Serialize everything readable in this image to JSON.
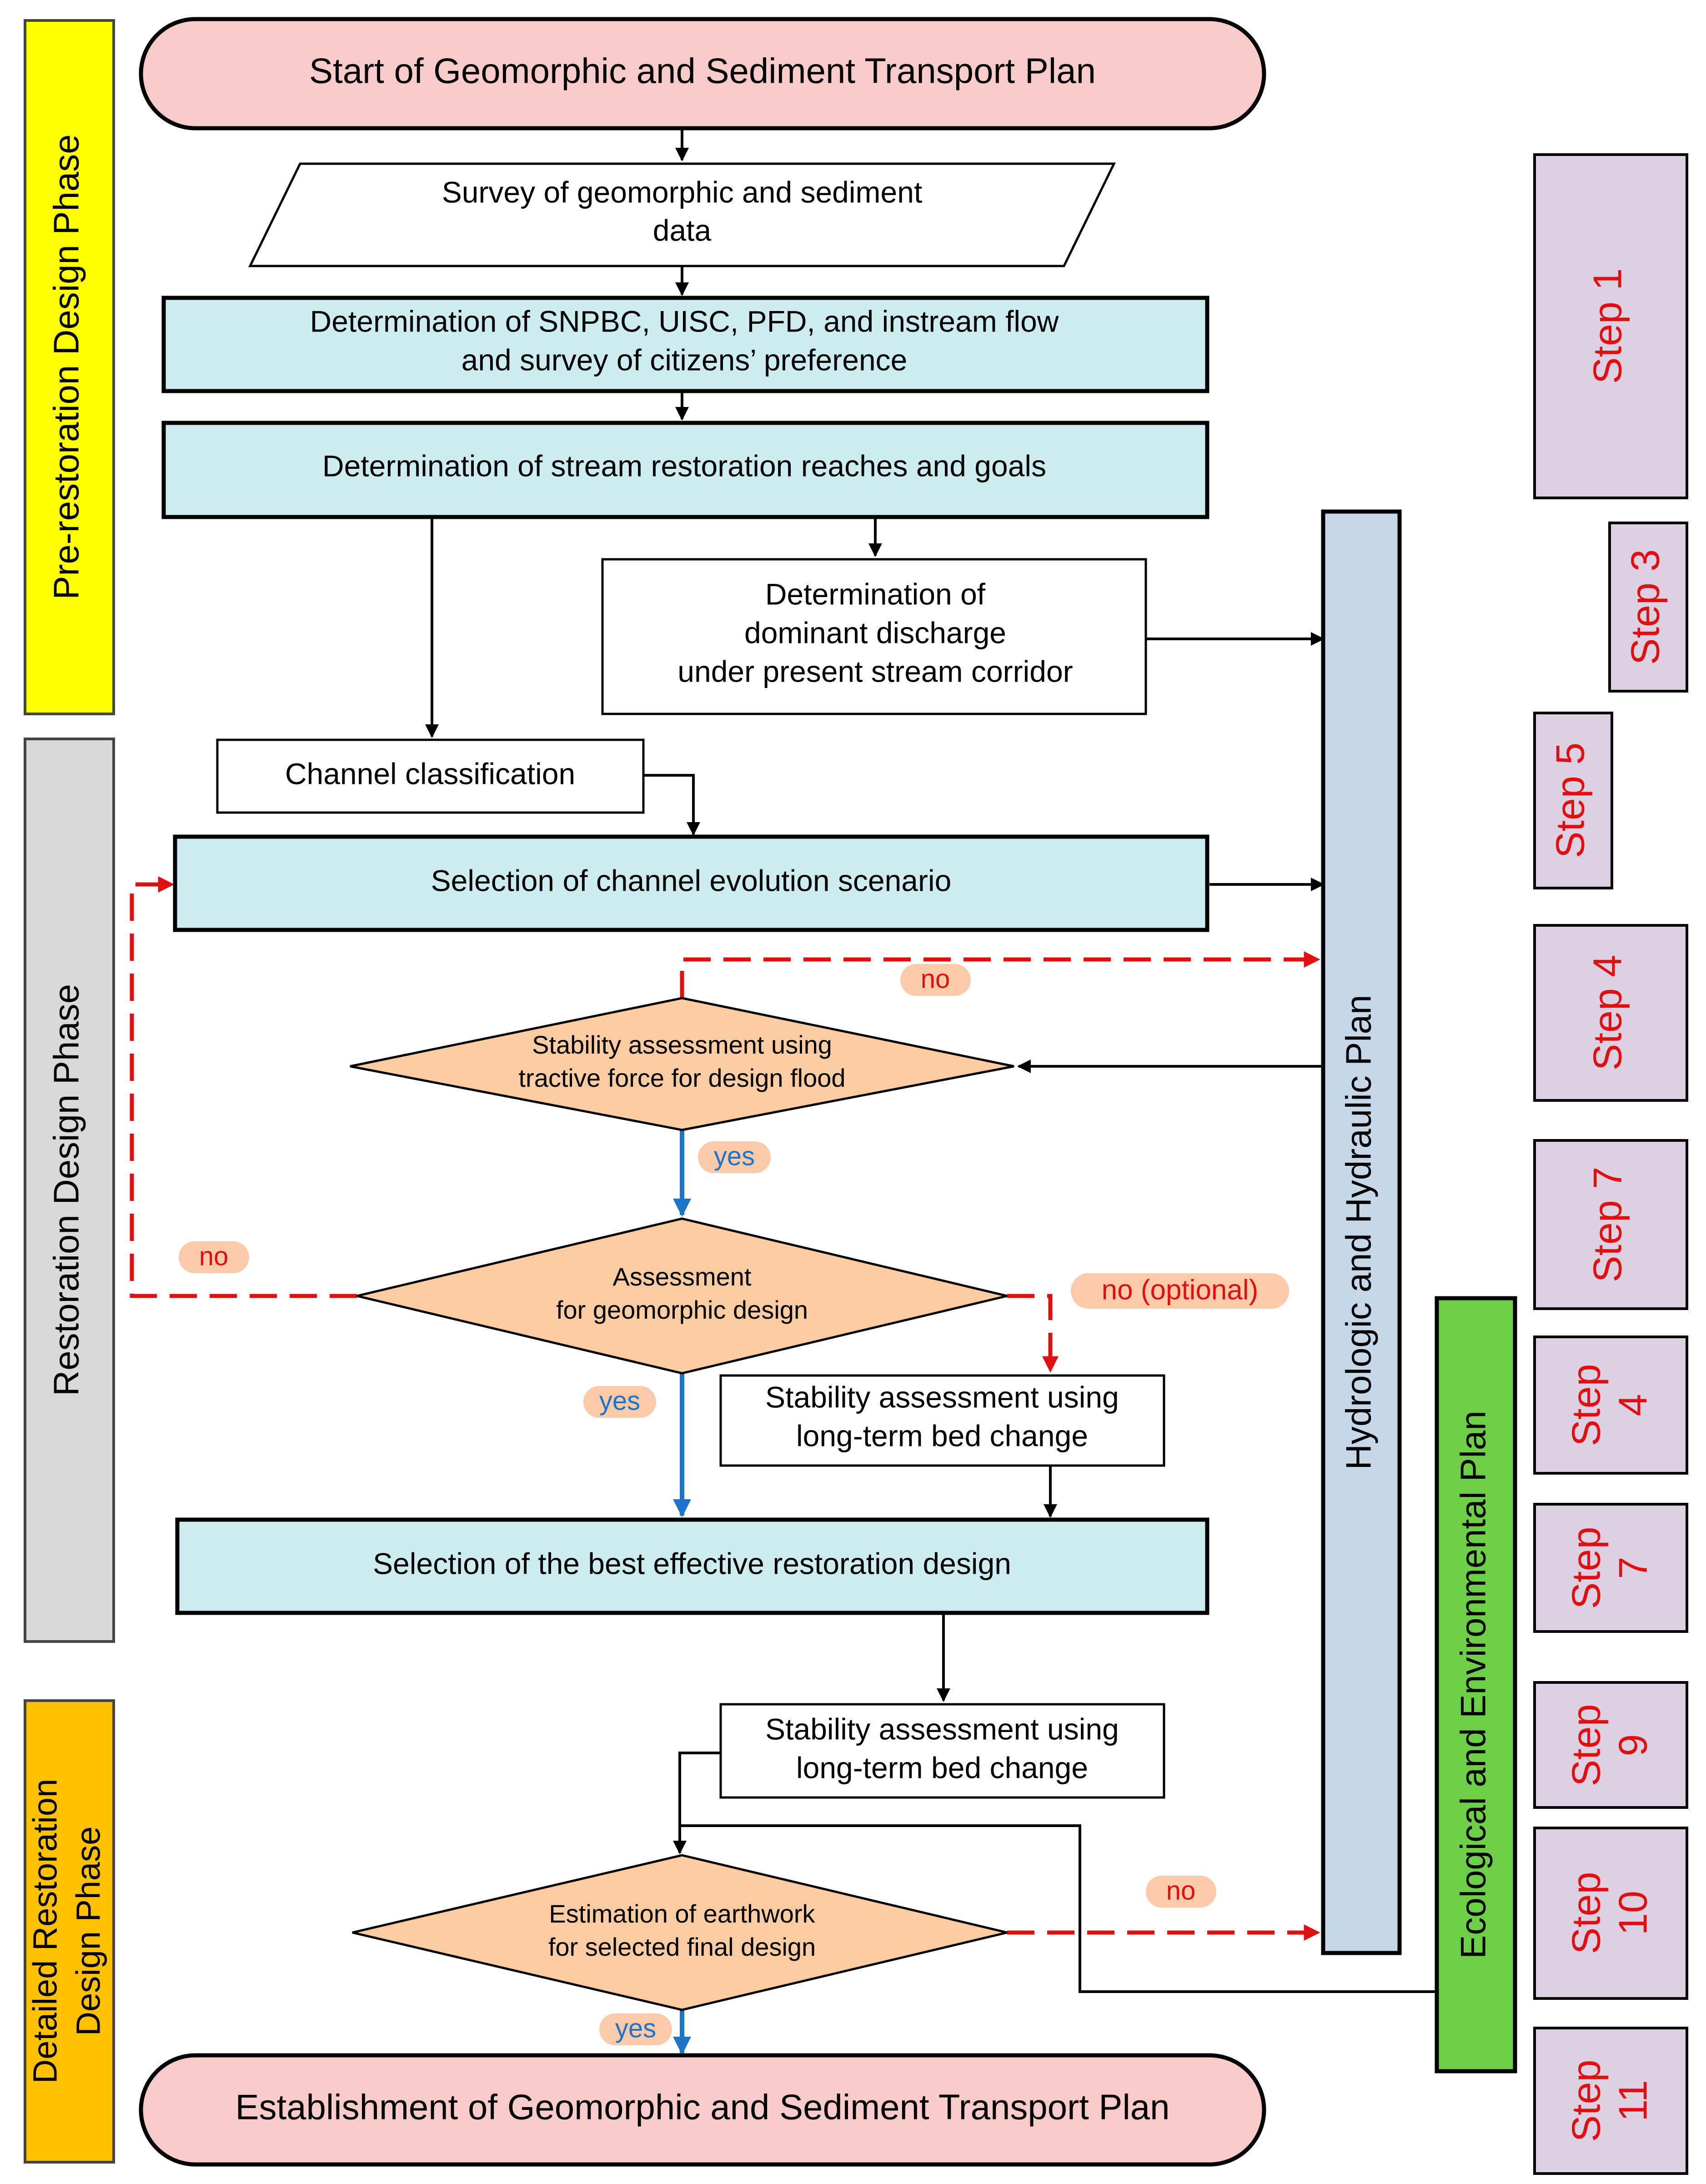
{
  "phases": {
    "pre": "Pre-restoration Design Phase",
    "restoration": "Restoration Design Phase",
    "detailed_line1": "Detailed Restoration",
    "detailed_line2": "Design Phase"
  },
  "nodes": {
    "start": "Start of Geomorphic and Sediment Transport Plan",
    "survey_line1": "Survey of geomorphic and sediment",
    "survey_line2": "data",
    "determination1_line1": "Determination of SNPBC, UISC, PFD, and instream flow",
    "determination1_line2": "and survey of citizens’ preference",
    "reaches": "Determination of stream restoration reaches and goals",
    "discharge_line1": "Determination of",
    "discharge_line2": "dominant discharge",
    "discharge_line3": "under present stream corridor",
    "classification": "Channel classification",
    "evolution": "Selection of channel evolution scenario",
    "tractive_line1": "Stability assessment using",
    "tractive_line2": "tractive force for design flood",
    "geomorphic_line1": "Assessment",
    "geomorphic_line2": "for geomorphic design",
    "longterm1_line1": "Stability assessment using",
    "longterm1_line2": "long-term bed change",
    "best": "Selection of the best effective restoration design",
    "longterm2_line1": "Stability assessment using",
    "longterm2_line2": "long-term bed change",
    "earthwork_line1": "Estimation of earthwork",
    "earthwork_line2": "for selected final design",
    "end": "Establishment of Geomorphic and Sediment Transport Plan"
  },
  "plans": {
    "hydraulic": "Hydrologic and Hydraulic Plan",
    "ecological": "Ecological and Environmental Plan"
  },
  "labels": {
    "no_top": "no",
    "yes_1": "yes",
    "no_left": "no",
    "no_optional": "no (optional)",
    "yes_2": "yes",
    "no_bottom": "no",
    "yes_3": "yes"
  },
  "steps": {
    "s1": "Step 1",
    "s3": "Step 3",
    "s5": "Step 5",
    "s4a": "Step 4",
    "s7a": "Step 7",
    "s4b_word": "Step",
    "s4b_num": "4",
    "s7b_word": "Step",
    "s7b_num": "7",
    "s9_word": "Step",
    "s9_num": "9",
    "s10_word": "Step",
    "s10_num": "10",
    "s11_word": "Step",
    "s11_num": "11"
  },
  "colors": {
    "pink": "#F8CBCB",
    "cyan": "#CCECEF",
    "orange": "#FBCBA2",
    "lavender": "#DDD0E3",
    "hydraulic": "#C5D7E8",
    "ecological": "#6DCF45",
    "pre_phase": "#FFFF00",
    "restoration_phase": "#D9D9D9",
    "detailed_phase": "#FFC000",
    "red": "#E01010",
    "blue": "#1E74C8",
    "label_bg": "#FBCBA9"
  }
}
